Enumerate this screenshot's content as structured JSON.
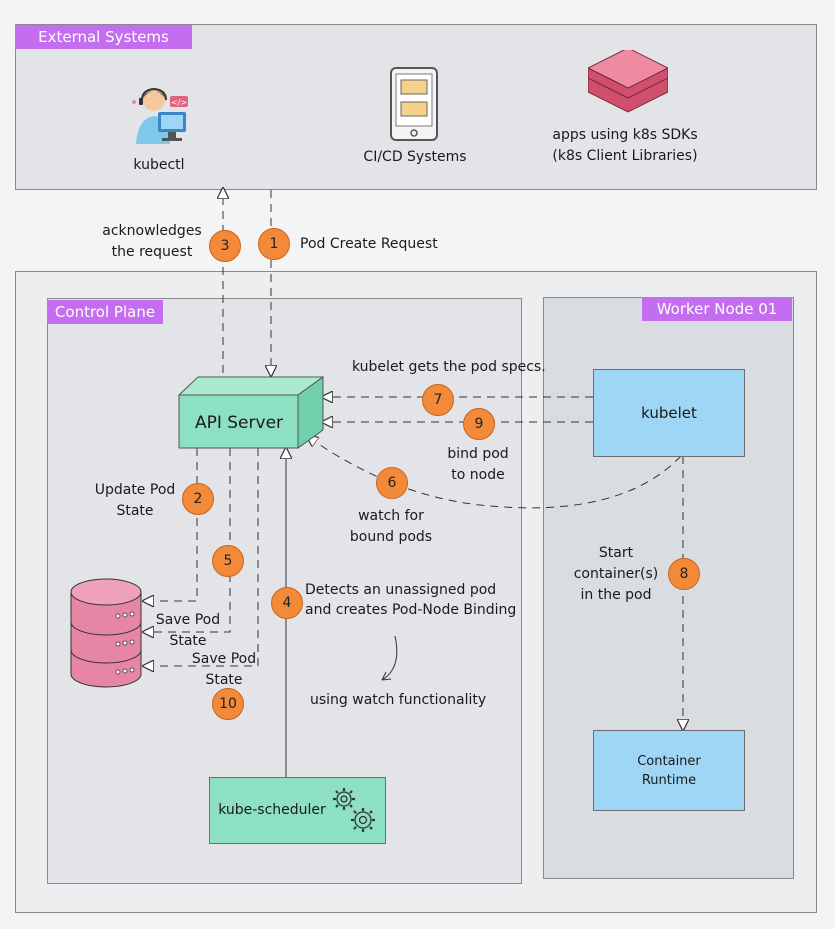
{
  "external": {
    "title": "External Systems",
    "kubectl_label": "kubectl",
    "cicd_label": "CI/CD Systems",
    "apps_label_line1": "apps using k8s SDKs",
    "apps_label_line2": "(k8s Client Libraries)"
  },
  "control_plane": {
    "title": "Control Plane",
    "api_server": "API Server",
    "scheduler": "kube-scheduler"
  },
  "worker": {
    "title": "Worker Node 01",
    "kubelet": "kubelet",
    "runtime_line1": "Container",
    "runtime_line2": "Runtime"
  },
  "steps": {
    "s1": "1",
    "s2": "2",
    "s3": "3",
    "s4": "4",
    "s5": "5",
    "s6": "6",
    "s7": "7",
    "s8": "8",
    "s9": "9",
    "s10": "10"
  },
  "labels": {
    "pod_create_request": "Pod Create Request",
    "ack_line1": "acknowledges",
    "ack_line2": "the request",
    "update_line1": "Update Pod",
    "update_line2": "State",
    "save1_line1": "Save Pod",
    "save1_line2": "State",
    "save2_line1": "Save Pod",
    "save2_line2": "State",
    "detects_line1": "Detects an unassigned pod",
    "detects_line2": "and creates Pod-Node Binding",
    "using_watch": "using watch functionality",
    "watch_line1": "watch for",
    "watch_line2": "bound pods",
    "kubelet_specs": "kubelet gets the pod specs.",
    "bind_line1": "bind pod",
    "bind_line2": "to node",
    "start_line1": "Start",
    "start_line2": "container(s)",
    "start_line3": "in the pod"
  },
  "colors": {
    "tag": "#c56df0",
    "api_server": "#8de0c1",
    "scheduler": "#8de0c1",
    "kubelet": "#9fd6f5",
    "runtime": "#9fd6f5",
    "badge": "#f28a3a",
    "database": "#e685a4",
    "server_rack": "#e0637e"
  }
}
